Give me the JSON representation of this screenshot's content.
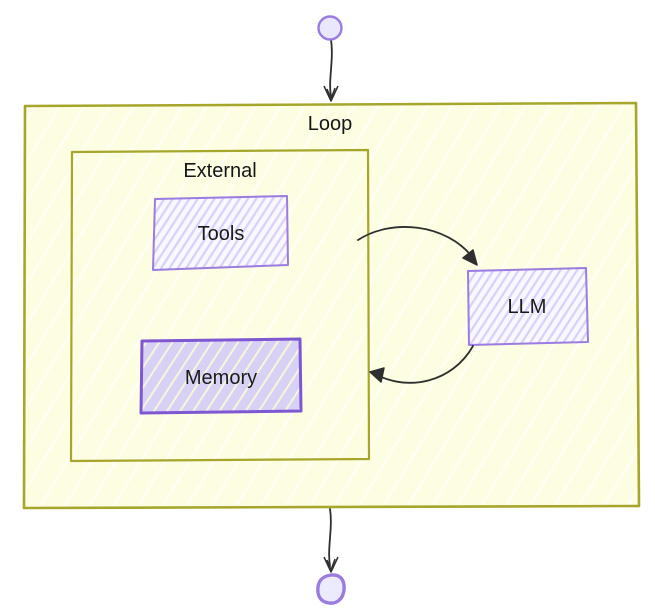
{
  "diagram": {
    "type": "flowchart",
    "direction": "top-down",
    "style": "hand-drawn-sketch",
    "labels": {
      "loop": "Loop",
      "external": "External",
      "tools": "Tools",
      "memory": "Memory",
      "llm": "LLM"
    },
    "nodes": [
      {
        "id": "start",
        "shape": "circle",
        "label": ""
      },
      {
        "id": "loop",
        "shape": "container",
        "label": "Loop"
      },
      {
        "id": "external",
        "shape": "container",
        "label": "External",
        "parent": "loop"
      },
      {
        "id": "tools",
        "shape": "rect",
        "label": "Tools",
        "parent": "external"
      },
      {
        "id": "memory",
        "shape": "rect",
        "label": "Memory",
        "parent": "external"
      },
      {
        "id": "llm",
        "shape": "rect",
        "label": "LLM",
        "parent": "loop"
      },
      {
        "id": "end",
        "shape": "circle",
        "label": ""
      }
    ],
    "edges": [
      {
        "from": "start",
        "to": "loop",
        "style": "straight-down"
      },
      {
        "from": "external",
        "to": "llm",
        "style": "curved"
      },
      {
        "from": "llm",
        "to": "external",
        "style": "curved"
      },
      {
        "from": "loop",
        "to": "end",
        "style": "straight-down"
      }
    ],
    "colors": {
      "container_stroke": "#a6a62c",
      "container_fill": "#fdfde2",
      "container_hatch": "#ffffff",
      "node_stroke": "#9b7ce0",
      "memory_stroke": "#7e57d2",
      "node_fill": "#f9f7ff",
      "node_hatch": "#d9d1f8",
      "memory_fill": "#d8d1f6",
      "terminal_fill": "#eae7fc",
      "edge": "#2f2f2f",
      "text": "#1a1a1a"
    }
  }
}
